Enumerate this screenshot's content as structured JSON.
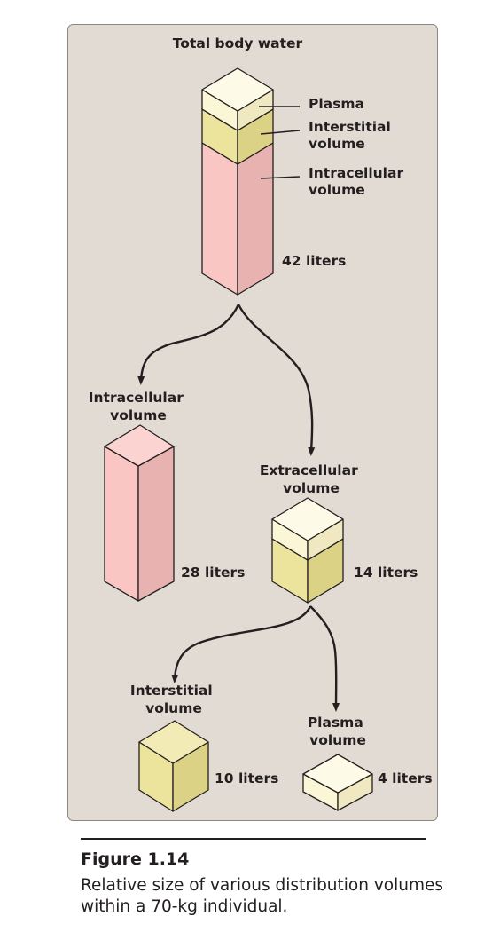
{
  "diagram": {
    "title": "Total body water",
    "colors": {
      "panel": "#e2dbd3",
      "plasma": "#fbf7d6",
      "interstitial": "#ece39c",
      "intracellular": "#f9c6c3",
      "line": "#231f20"
    },
    "total": {
      "volume": "42 liters",
      "callout_plasma": "Plasma",
      "callout_interstitial": [
        "Interstitial",
        "volume"
      ],
      "callout_intracellular": [
        "Intracellular",
        "volume"
      ]
    },
    "intracellular": {
      "label": [
        "Intracellular",
        "volume"
      ],
      "volume": "28 liters"
    },
    "extracellular": {
      "label": [
        "Extracellular",
        "volume"
      ],
      "volume": "14 liters"
    },
    "interstitial": {
      "label": [
        "Interstitial",
        "volume"
      ],
      "volume": "10 liters"
    },
    "plasma": {
      "label": [
        "Plasma",
        "volume"
      ],
      "volume": "4 liters"
    }
  },
  "caption": {
    "title": "Figure 1.14",
    "text": "Relative size of various distribution volumes within a 70-kg individual."
  }
}
